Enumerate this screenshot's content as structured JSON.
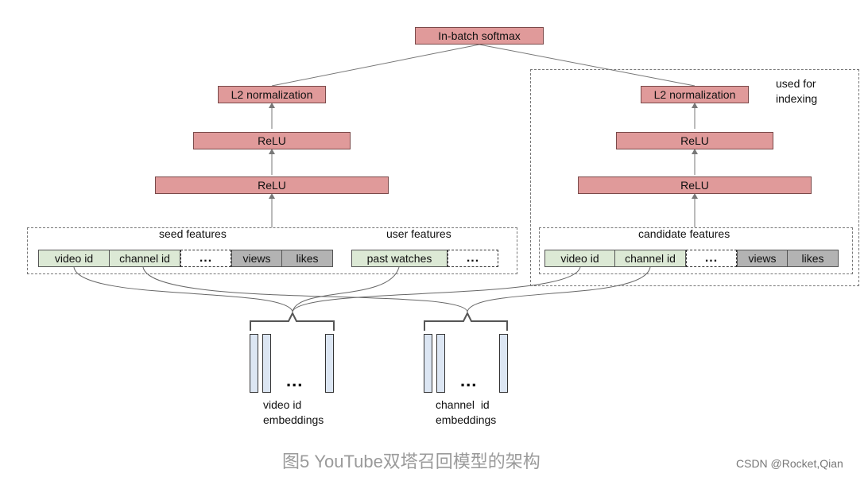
{
  "top": {
    "softmax": "In-batch softmax"
  },
  "left_tower": {
    "l2": "L2 normalization",
    "relu_upper": "ReLU",
    "relu_lower": "ReLU",
    "seed_label": "seed features",
    "user_label": "user features",
    "features": [
      "video id",
      "channel id",
      "...",
      "views",
      "likes"
    ],
    "user_features": [
      "past watches",
      "..."
    ]
  },
  "right_tower": {
    "note": "used for\nindexing",
    "l2": "L2 normalization",
    "relu_upper": "ReLU",
    "relu_lower": "ReLU",
    "candidate_label": "candidate features",
    "features": [
      "video id",
      "channel id",
      "...",
      "views",
      "likes"
    ]
  },
  "embeddings": {
    "video_label": "video id\nembeddings",
    "video_dots": "...",
    "channel_label": "channel  id\nembeddings",
    "channel_dots": "..."
  },
  "caption": "图5 YouTube双塔召回模型的架构",
  "watermark": "CSDN @Rocket,Qian",
  "colors": {
    "layer": "#e09a9a",
    "feature": "#dce9d5",
    "numeric": "#b3b3b3",
    "embedding": "#dce6f3"
  }
}
